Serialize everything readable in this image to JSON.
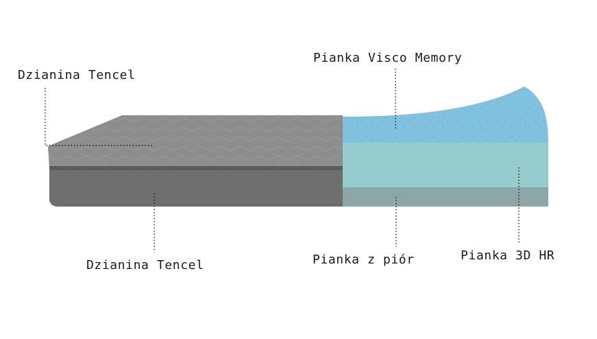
{
  "labels": {
    "top_left": "Dzianina Tencel",
    "visco": "Pianka Visco Memory",
    "bottom_left": "Dzianina Tencel",
    "feather": "Pianka z piór",
    "hr": "Pianka 3D HR"
  },
  "colors": {
    "background": "#ffffff",
    "fabric_top": "#8c8c8c",
    "fabric_side": "#676767",
    "visco_foam": "#7fc1de",
    "hr_foam": "#96cccb",
    "feather_foam": "#8fa6a8",
    "leader_line": "#1a1a1a"
  }
}
